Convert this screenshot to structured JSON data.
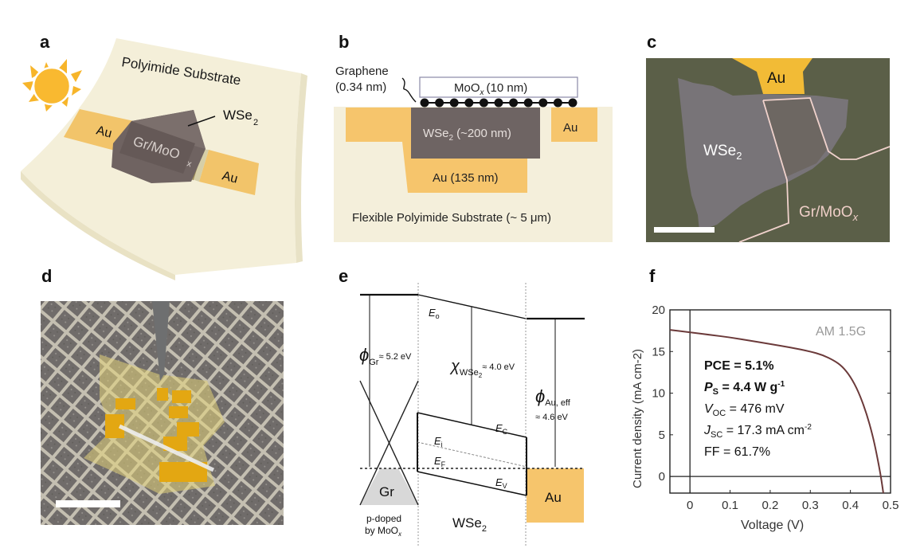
{
  "panels": {
    "a": {
      "label": "a",
      "substrate": "Polyimide Substrate",
      "au_left": "Au",
      "au_right": "Au",
      "active": "Gr/MoO",
      "active_sub": "x",
      "wse2": "WSe",
      "wse2_sub": "2",
      "colors": {
        "substrate": "#f4efd9",
        "au": "#f2c46a",
        "wse2": "#6f6361",
        "sun": "#f7b52a"
      }
    },
    "b": {
      "label": "b",
      "graphene_label_1": "Graphene",
      "graphene_label_2": "(0.34 nm)",
      "moox": "MoO",
      "moox_sub": "x",
      "moox_thick": "(10 nm)",
      "wse2": "WSe",
      "wse2_sub": "2",
      "wse2_thick": "(~200 nm)",
      "au_right": "Au",
      "au_bottom": "Au (135 nm)",
      "substrate": "Flexible Polyimide Substrate (~ 5 μm)"
    },
    "c": {
      "label": "c",
      "au": "Au",
      "wse2": "WSe",
      "wse2_sub": "2",
      "grmoox": "Gr/MoO",
      "grmoox_sub": "x"
    },
    "d": {
      "label": "d"
    },
    "e": {
      "label": "e",
      "e0": "E",
      "e0_sub": "o",
      "phi_gr": "ϕ",
      "phi_gr_sub": "Gr",
      "phi_gr_val": "≈ 5.2 eV",
      "chi": "χ",
      "chi_sub": "WSe",
      "chi_sub2": "2",
      "chi_val": "≈ 4.0 eV",
      "phi_au": "ϕ",
      "phi_au_sub": "Au, eff",
      "phi_au_val": "≈ 4.6 eV",
      "ec": "E",
      "ec_sub": "C",
      "ei": "E",
      "ei_sub": "i",
      "ef": "E",
      "ef_sub": "F",
      "ev": "E",
      "ev_sub": "V",
      "gr": "Gr",
      "au": "Au",
      "pdoped_1": "p-doped",
      "pdoped_2": "by MoO",
      "pdoped_sub": "x",
      "wse2": "WSe",
      "wse2_sub": "2"
    },
    "f": {
      "label": "f",
      "illumination": "AM 1.5G",
      "pce": "PCE = 5.1%",
      "ps_main": "P",
      "ps_sub": "S",
      "ps_val": " = 4.4 W g",
      "ps_sup": "-1",
      "voc": "V",
      "voc_sub": "OC",
      "voc_val": " = 476 mV",
      "jsc": "J",
      "jsc_sub": "SC",
      "jsc_val": " = 17.3 mA cm",
      "jsc_sup": "-2",
      "ff": "FF = 61.7%"
    }
  },
  "chart_data": {
    "type": "line",
    "title": "",
    "xlabel": "Voltage (V)",
    "ylabel": "Current density (mA cm-2)",
    "xlim": [
      -0.05,
      0.5
    ],
    "ylim": [
      -2,
      20
    ],
    "xticks": [
      0,
      0.1,
      0.2,
      0.3,
      0.4,
      0.5
    ],
    "xtick_labels": [
      "0",
      "0.1",
      "0.2",
      "0.3",
      "0.4",
      "0.5"
    ],
    "yticks": [
      0,
      5,
      10,
      15,
      20
    ],
    "ytick_labels": [
      "0",
      "5",
      "10",
      "15",
      "20"
    ],
    "grid": false,
    "legend": "none",
    "annotation": "AM 1.5G",
    "series": [
      {
        "name": "J-V",
        "color": "#6b3a3a",
        "x": [
          -0.05,
          0.0,
          0.05,
          0.1,
          0.15,
          0.2,
          0.25,
          0.3,
          0.33,
          0.36,
          0.38,
          0.4,
          0.42,
          0.44,
          0.455,
          0.465,
          0.476,
          0.482
        ],
        "y": [
          17.6,
          17.3,
          17.0,
          16.7,
          16.3,
          15.9,
          15.5,
          15.0,
          14.6,
          13.9,
          13.2,
          12.0,
          10.2,
          7.6,
          5.0,
          2.8,
          0.0,
          -2.0
        ]
      }
    ]
  }
}
